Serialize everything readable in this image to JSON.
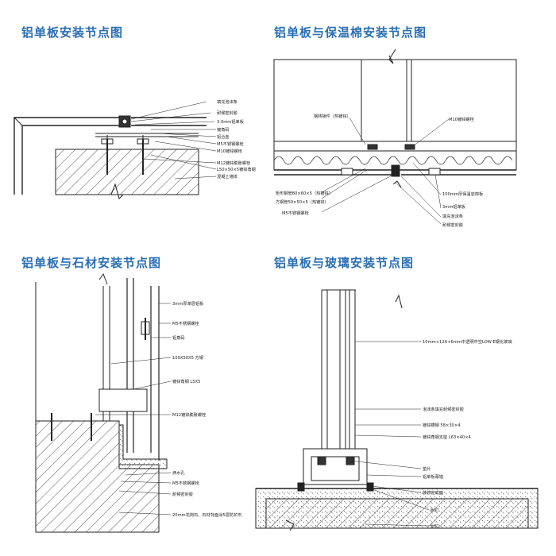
{
  "colors": {
    "title": "#2a6fb4",
    "line": "#222222",
    "hatch": "#555555"
  },
  "panels": [
    {
      "title": "铝单板安装节点图",
      "labels": [
        "填充泡沫条",
        "耐候密封胶",
        "3.0mm铝单板",
        "镀角码",
        "铝合金",
        "M5不锈钢螺栓",
        "M10镀锌螺栓",
        "M12镀锌膨胀螺栓",
        "L50×50×5镀锌角钢",
        "混凝土墙体"
      ]
    },
    {
      "title": "铝单板与保温棉安装节点图",
      "labels": [
        "钢转接件（热镀锌）",
        "M10镀锌螺栓",
        "矩形钢管80×60×5（热镀锌）",
        "方钢管50×50×5（热镀锌）",
        "M5不锈钢螺栓",
        "100mm厚保温岩棉板",
        "3mm铝单板",
        "填充泡沫条",
        "耐候密封胶"
      ]
    },
    {
      "title": "铝单板与石材安装节点图",
      "labels": [
        "3mm厚单层铝板",
        "M5不锈钢螺栓",
        "铝角码",
        "100X50X5 方钢",
        "镀锌角钢 L5X5",
        "M12镀锌膨胀螺栓",
        "滴水孔",
        "M5不锈钢螺栓",
        "耐候密封胶",
        "20mm花岗石、石材背面涂5层防护剂"
      ]
    },
    {
      "title": "铝单板与玻璃安装节点图",
      "labels": [
        "10mm+12A+6mm中透明中空LOW-E钢化玻璃",
        "泡沫条填充耐候密封胶",
        "镀锌槽钢 58×30×4",
        "镀锌角钢支座 L63×40×4",
        "垫片",
        "铝单板幕墙",
        "装修完成面",
        "射钉",
        "射钉"
      ]
    }
  ]
}
